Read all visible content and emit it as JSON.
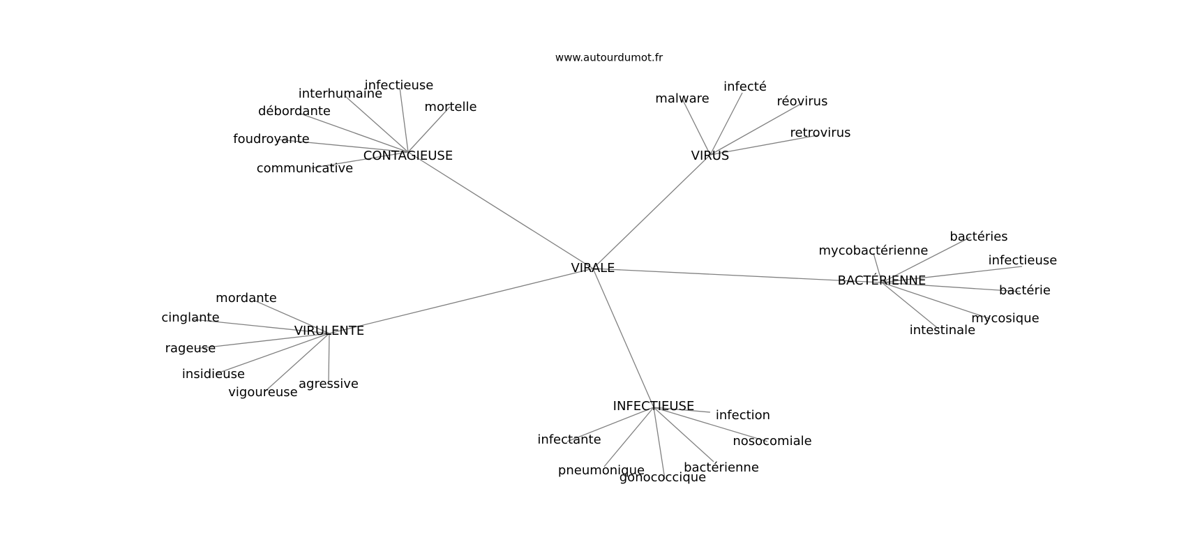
{
  "site": "www.autourdumot.fr",
  "root": "VIRALE",
  "clusters": [
    {
      "hub": "CONTAGIEUSE",
      "leaves": [
        "interhumaine",
        "infectieuse",
        "mortelle",
        "débordante",
        "foudroyante",
        "communicative"
      ]
    },
    {
      "hub": "VIRUS",
      "leaves": [
        "malware",
        "infecté",
        "réovirus",
        "retrovirus"
      ]
    },
    {
      "hub": "BACTÉRIENNE",
      "leaves": [
        "mycobactérienne",
        "bactéries",
        "infectieuse",
        "bactérie",
        "mycosique",
        "intestinale"
      ]
    },
    {
      "hub": "INFECTIEUSE",
      "leaves": [
        "infection",
        "nosocomiale",
        "infectante",
        "pneumonique",
        "gonococcique",
        "bactérienne"
      ]
    },
    {
      "hub": "VIRULENTE",
      "leaves": [
        "mordante",
        "cinglante",
        "rageuse",
        "insidieuse",
        "vigoureuse",
        "agressive"
      ]
    }
  ]
}
